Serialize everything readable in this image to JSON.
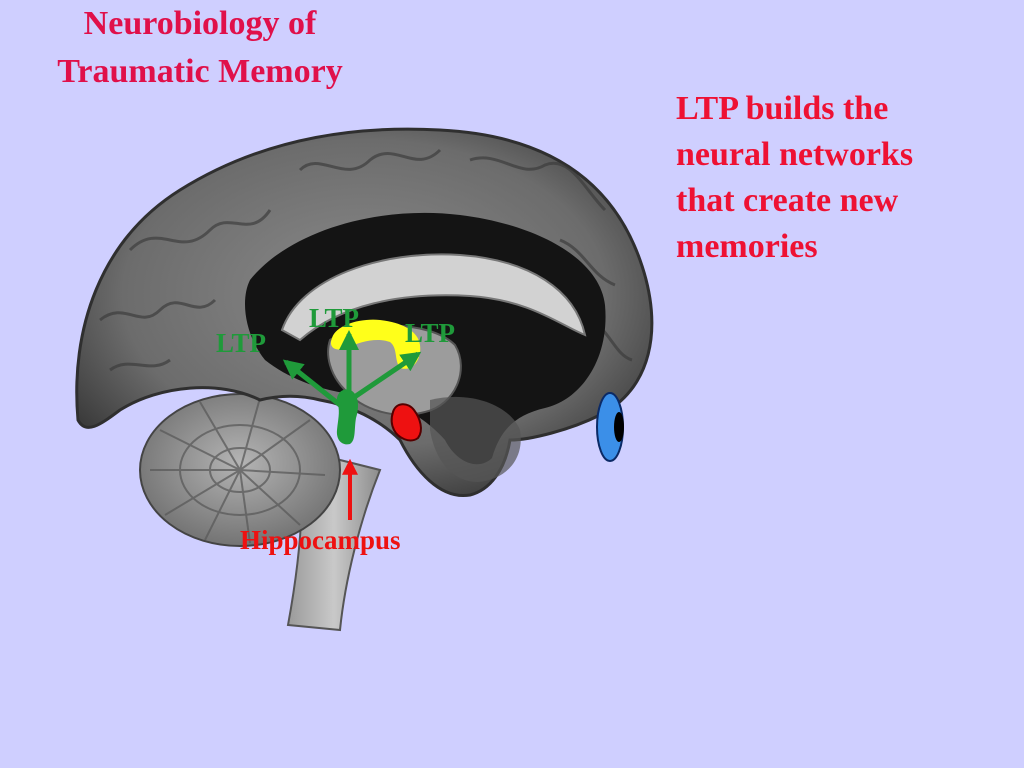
{
  "colors": {
    "background": "#cfcfff",
    "caption": "#ee1133",
    "title": "#e0104a",
    "ltp_arrows": "#1f9a3a",
    "hippocampus_arrow": "#ee1111",
    "yellow_region": "#ffff1a",
    "red_region": "#ee1111",
    "eye": "#3b8fe8"
  },
  "caption": {
    "lines": [
      "LTP builds the",
      "neural networks",
      "that create new",
      "memories"
    ]
  },
  "title": {
    "lines": [
      "Neurobiology of",
      "Traumatic Memory"
    ]
  },
  "diagram": {
    "ltp_labels": {
      "left": "LTP",
      "center": "LTP",
      "right": "LTP"
    },
    "hippocampus_label": "Hippocampus",
    "icons": {
      "brain": "brain-sagittal-section-icon",
      "eye": "eye-icon"
    }
  }
}
